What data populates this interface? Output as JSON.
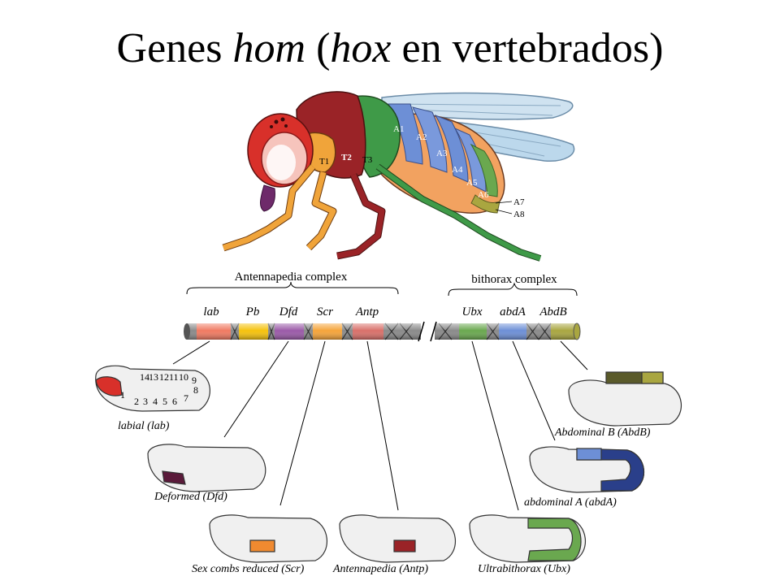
{
  "title": {
    "part1": "Genes ",
    "hom": "hom",
    "part2": " (",
    "hox": "hox",
    "part3": " en vertebrados)"
  },
  "complexes": {
    "antennapedia": "Antennapedia complex",
    "bithorax": "bithorax complex"
  },
  "genes": [
    {
      "name": "lab",
      "color": "#f07a62"
    },
    {
      "name": "Pb",
      "color": "#f5c20d"
    },
    {
      "name": "Dfd",
      "color": "#9b5aa8"
    },
    {
      "name": "Scr",
      "color": "#f5a43a"
    },
    {
      "name": "Antp",
      "color": "#d9706a"
    },
    {
      "name": "Ubx",
      "color": "#6aa84f"
    },
    {
      "name": "abdA",
      "color": "#6d8fd6"
    },
    {
      "name": "AbdB",
      "color": "#a9a640"
    }
  ],
  "fly_labels": [
    "T1",
    "T2",
    "T3",
    "A1",
    "A2",
    "A3",
    "A4",
    "A5",
    "A6",
    "A7",
    "A8"
  ],
  "segment_numbers": [
    "14",
    "13",
    "12",
    "11",
    "10",
    "9",
    "8",
    "7",
    "6",
    "5",
    "4",
    "3",
    "2",
    "1"
  ],
  "embryo_labels": [
    "labial (lab)",
    "Deformed (Dfd)",
    "Sex combs reduced (Scr)",
    "Antennapedia (Antp)",
    "Ultrabithorax (Ubx)",
    "abdominal A (abdA)",
    "Abdominal B (AbdB)"
  ],
  "colors": {
    "head": "#d8302a",
    "t1": "#f0a43a",
    "t2": "#9a2327",
    "t3": "#3f9a48",
    "abdomen": "#f2a260",
    "wing": "#bcd8ec"
  }
}
